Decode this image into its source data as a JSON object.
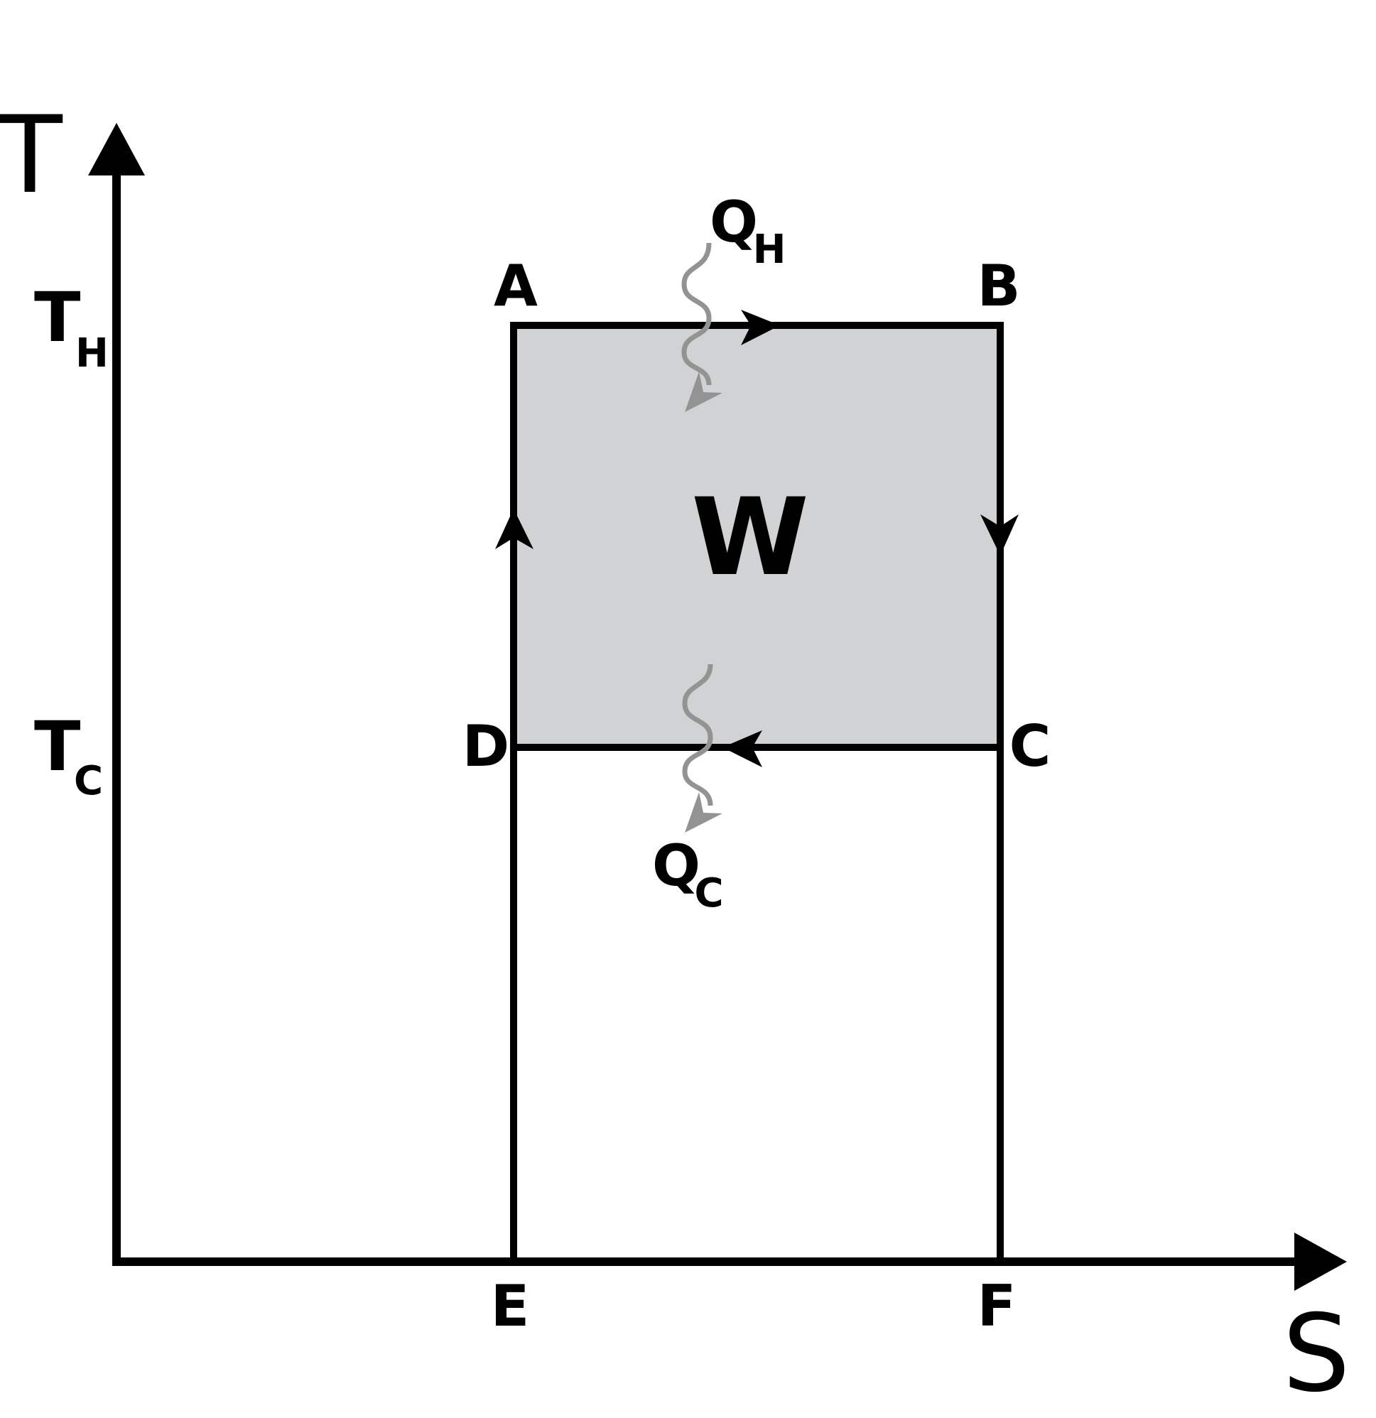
{
  "axes": {
    "y_label": "T",
    "x_label": "S"
  },
  "levels": {
    "hot": {
      "main": "T",
      "sub": "H"
    },
    "cold": {
      "main": "T",
      "sub": "C"
    }
  },
  "points": {
    "a": "A",
    "b": "B",
    "c": "C",
    "d": "D",
    "e": "E",
    "f": "F"
  },
  "work_label": "W",
  "heat": {
    "in": {
      "main": "Q",
      "sub": "H"
    },
    "out": {
      "main": "Q",
      "sub": "C"
    }
  },
  "colors": {
    "line": "#000000",
    "work_fill": "#d1d2d4",
    "heat_arrow": "#939393",
    "background": "#ffffff"
  }
}
